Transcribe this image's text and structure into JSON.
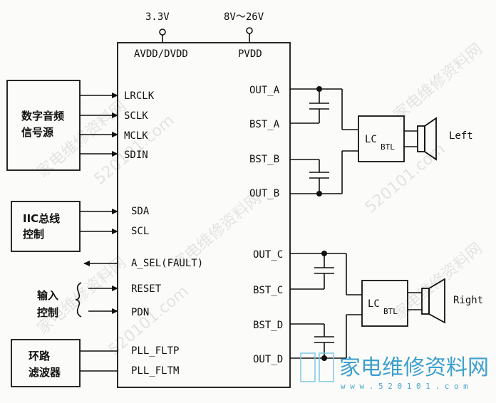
{
  "supplies": {
    "avdd_voltage": "3.3V",
    "pvdd_voltage": "8V～26V"
  },
  "chip": {
    "avdd_label": "AVDD/DVDD",
    "pvdd_label": "PVDD",
    "left_pins": [
      "LRCLK",
      "SCLK",
      "MCLK",
      "SDIN",
      "SDA",
      "SCL",
      "A_SEL(FAULT)",
      "RESET",
      "PDN",
      "PLL_FLTP",
      "PLL_FLTM"
    ],
    "right_pins": [
      "OUT_A",
      "BST_A",
      "BST_B",
      "OUT_B",
      "OUT_C",
      "BST_C",
      "BST_D",
      "OUT_D"
    ]
  },
  "blocks": {
    "digital_audio": [
      "数字音频",
      "信号源"
    ],
    "iic": [
      "IIC总线",
      "控制"
    ],
    "input_control": [
      "输入",
      "控制"
    ],
    "loop_filter": [
      "环路",
      "滤波器"
    ]
  },
  "filters": {
    "lc_main": "LC",
    "lc_sub": "BTL"
  },
  "speakers": {
    "left": "Left",
    "right": "Right"
  },
  "watermark": {
    "brand": "家电维修资料网",
    "site": "520101.com",
    "footer": "w w w . 5 2 0 1 0 1 . c o m"
  }
}
